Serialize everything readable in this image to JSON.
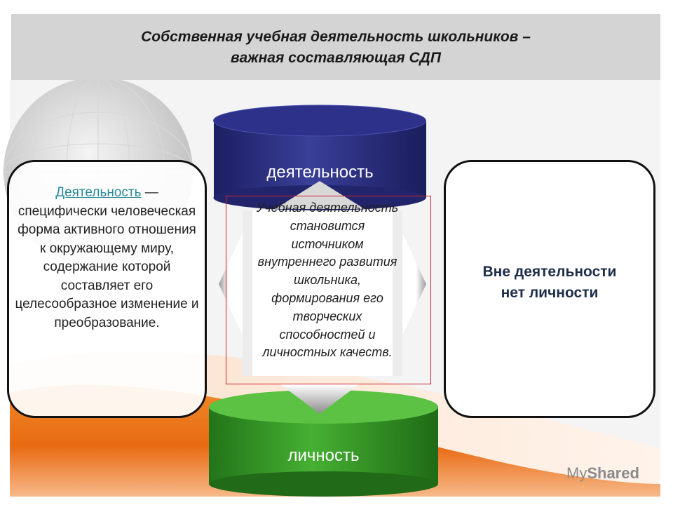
{
  "title": {
    "line1": "Собственная учебная деятельность школьников –",
    "line2": "важная составляющая СДП"
  },
  "definition": {
    "term": "Деятельность",
    "rest": " — специфически человеческая форма активного отношения к окружающему миру, содержание которой составляет его целесообразное изменение и преобразование."
  },
  "cylinders": {
    "top_label": "деятельность",
    "bottom_label": "личность"
  },
  "center_text": {
    "lines": [
      "Учебная деятельность",
      "становится",
      "источником",
      "внутреннего развития",
      "школьника,",
      "формирования его",
      "творческих",
      "способностей и",
      "личностных качеств."
    ]
  },
  "right_text": {
    "line1": "Вне деятельности",
    "line2": "нет личности"
  },
  "watermark": {
    "my": "My",
    "shared": "Shared"
  },
  "colors": {
    "top_cylinder": "#272a78",
    "bottom_cylinder": "#2f8f1e",
    "link": "#2a8a99",
    "frame": "#d21e2a"
  }
}
